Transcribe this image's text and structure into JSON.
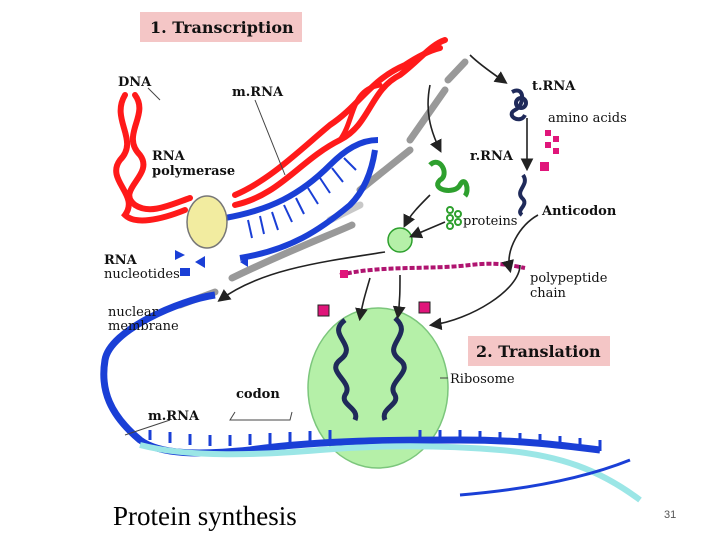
{
  "headings": {
    "transcription": "1. Transcription",
    "translation": "2. Translation"
  },
  "labels": {
    "dna": "DNA",
    "mrna_top": "m.RNA",
    "trna": "t.RNA",
    "amino_acids": "amino acids",
    "rna_polymerase_1": "RNA",
    "rna_polymerase_2": "polymerase",
    "rrna": "r.RNA",
    "proteins": "proteins",
    "anticodon": "Anticodon",
    "rna_nucleotides_1": "RNA",
    "rna_nucleotides_2": "nucleotides",
    "polypeptide_1": "polypeptide",
    "polypeptide_2": "chain",
    "nuclear_membrane_1": "nuclear",
    "nuclear_membrane_2": "membrane",
    "ribosome": "Ribosome",
    "codon": "codon",
    "mrna_bottom": "m.RNA"
  },
  "caption": "Protein synthesis",
  "page_number": "31",
  "colors": {
    "dna": "#ff1a1a",
    "mrna": "#1a3fd6",
    "trna": "#1f2a5a",
    "rrna": "#2ea02e",
    "ribosome": "#b5f0a8",
    "polymerase": "#f2eca0",
    "amino": "#e0157a",
    "heading_box": "#f4c6c6",
    "membrane": "#d8d8d8"
  }
}
